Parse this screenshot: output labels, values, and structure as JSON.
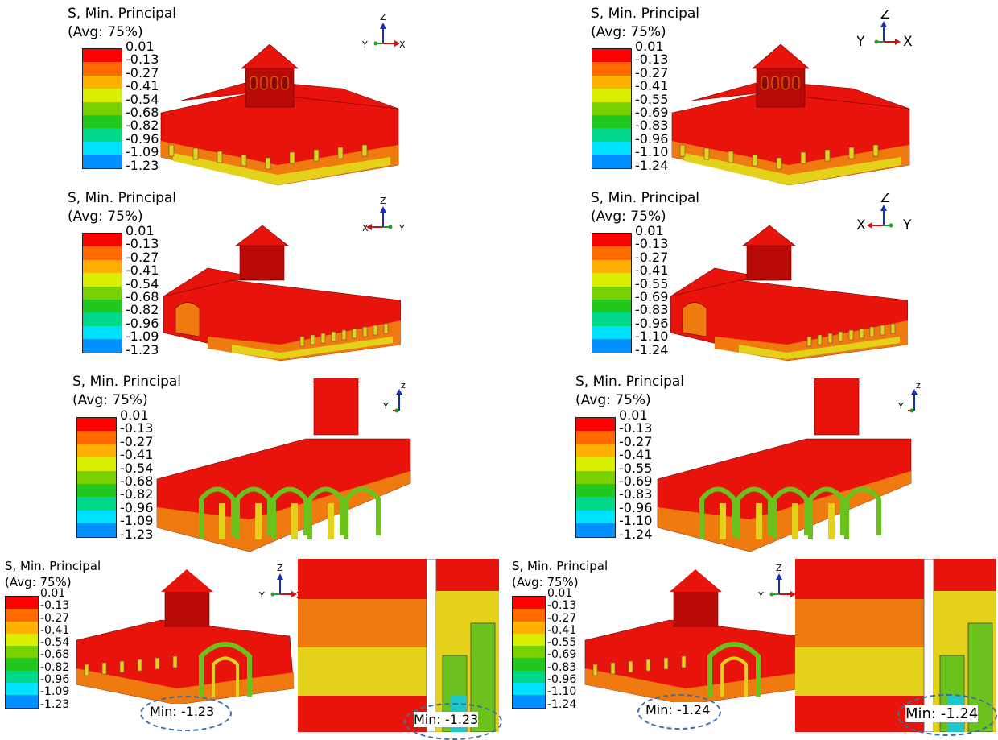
{
  "title_line1": "S, Min. Principal",
  "title_line2": "(Avg: 75%)",
  "legend_colors": [
    "#ff0000",
    "#ff6a00",
    "#ffb000",
    "#d8f000",
    "#7ad000",
    "#22c81e",
    "#00d88a",
    "#00e0ff",
    "#0090ff",
    "#0000ff"
  ],
  "legend_a": [
    "0.01",
    "-0.13",
    "-0.27",
    "-0.41",
    "-0.54",
    "-0.68",
    "-0.82",
    "-0.96",
    "-1.09",
    "-1.23"
  ],
  "legend_b": [
    "0.01",
    "-0.13",
    "-0.27",
    "-0.41",
    "-0.55",
    "-0.69",
    "-0.83",
    "-0.96",
    "-1.10",
    "-1.24"
  ],
  "axes": {
    "yzx": {
      "left": "Y",
      "top": "Z",
      "right": "X"
    },
    "xzy": {
      "left": "X",
      "top": "Z",
      "right": "Y"
    }
  },
  "min_a": "Min: -1.23",
  "min_b": "Min: -1.24",
  "model_colors": {
    "red": "#e8140c",
    "darkred": "#b80a06",
    "orange": "#ef7a10",
    "yellow": "#e4d21a",
    "green": "#6bc21c",
    "cyan": "#1ec8c8"
  }
}
